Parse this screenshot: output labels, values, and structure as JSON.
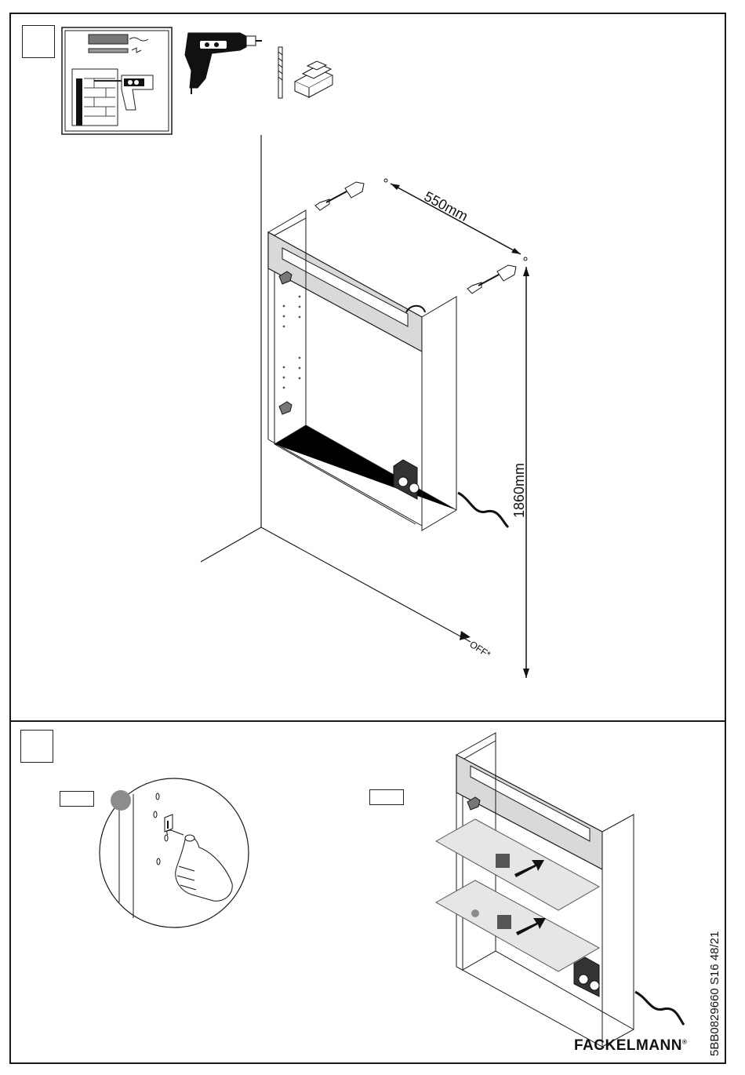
{
  "dimensions": {
    "width_label": "550mm",
    "height_label": "1860mm",
    "floor_label": "OFF*"
  },
  "footer": {
    "brand": "FACKELMANN",
    "registered_mark": "®",
    "doc_code": "5BB0829660 S16 48/21"
  },
  "icons": {
    "tool_panel": "wall-drilling-icon",
    "drill": "power-drill-icon",
    "bit": "drill-bit-icon",
    "wall": "brick-wall-icon",
    "hand": "hand-pressing-icon"
  },
  "colors": {
    "line": "#1a1a1a",
    "panel_fill": "#d9d9d9",
    "arrow": "#111111",
    "marker": "#555555",
    "glass": "#e6e6e6",
    "grey_dot": "#8c8c8c"
  }
}
